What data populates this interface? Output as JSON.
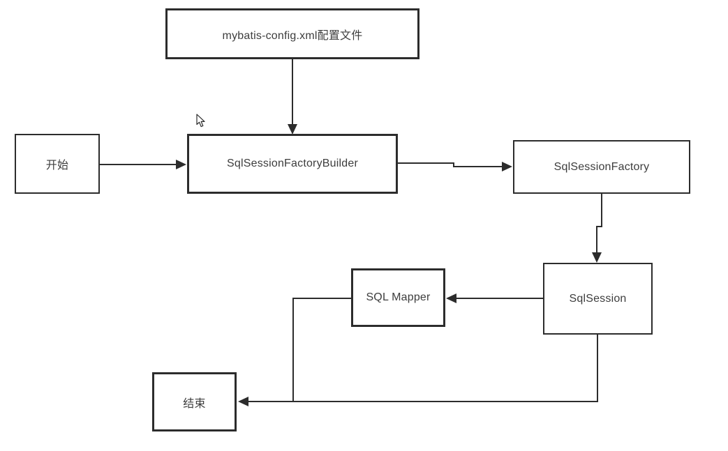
{
  "nodes": {
    "config": {
      "label": "mybatis-config.xml配置文件"
    },
    "start": {
      "label": "开始"
    },
    "builder": {
      "label": "SqlSessionFactoryBuilder"
    },
    "factory": {
      "label": "SqlSessionFactory"
    },
    "session": {
      "label": "SqlSession"
    },
    "mapper": {
      "label": "SQL Mapper"
    },
    "end": {
      "label": "结束"
    }
  },
  "edges": [
    {
      "from": "config",
      "to": "builder",
      "direction": "down"
    },
    {
      "from": "start",
      "to": "builder",
      "direction": "right"
    },
    {
      "from": "builder",
      "to": "factory",
      "direction": "right"
    },
    {
      "from": "factory",
      "to": "session",
      "direction": "down"
    },
    {
      "from": "session",
      "to": "mapper",
      "direction": "left"
    },
    {
      "from": "mapper",
      "to": "end",
      "direction": "left-down"
    },
    {
      "from": "session",
      "to": "end",
      "direction": "down-left"
    }
  ],
  "colors": {
    "line": "#2c2c2c",
    "text": "#3d3d3d",
    "node_fill": "#ffffff",
    "background": "#ffffff"
  }
}
